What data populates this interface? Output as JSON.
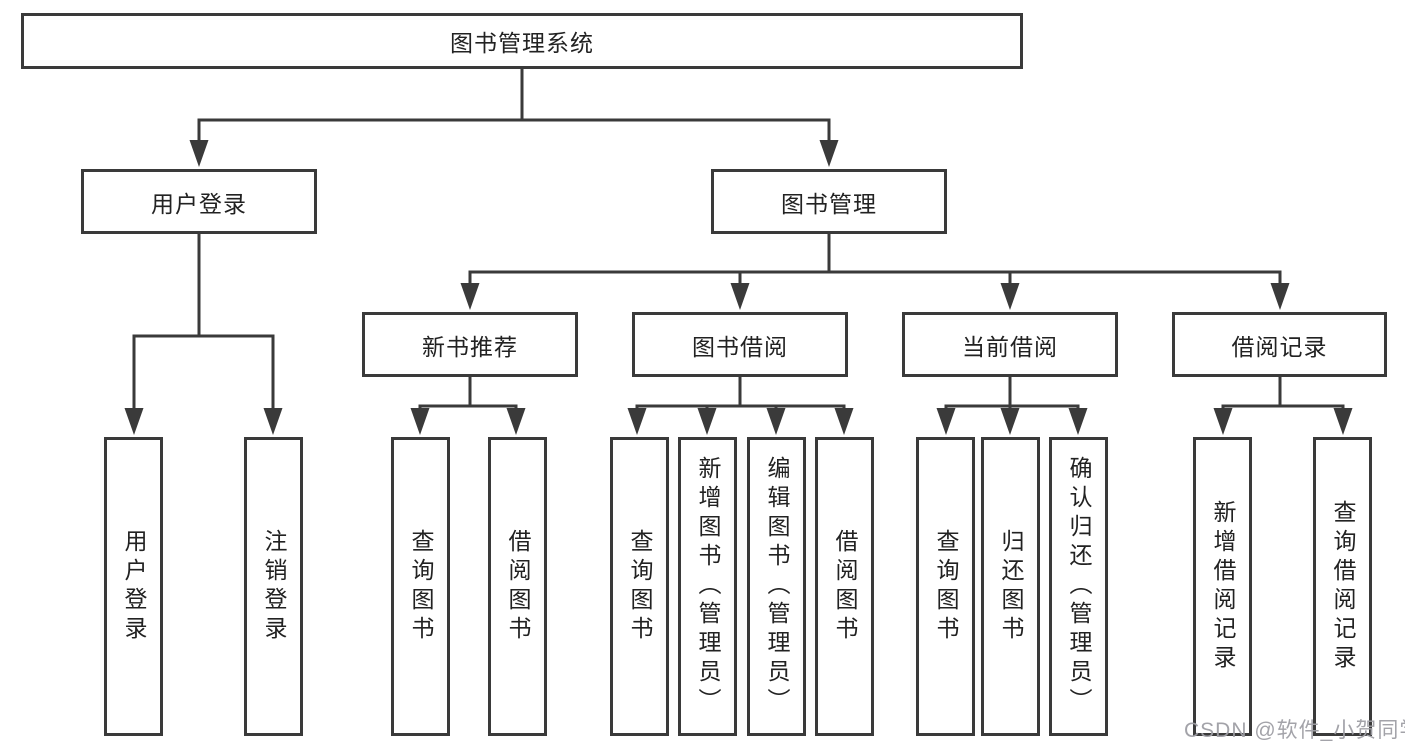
{
  "diagram": {
    "nodes": {
      "root": "图书管理系统",
      "user_login": "用户登录",
      "book_mgmt": "图书管理",
      "new_book": "新书推荐",
      "book_borrow": "图书借阅",
      "current_borrow": "当前借阅",
      "borrow_record": "借阅记录"
    },
    "leaves": {
      "user_login": [
        "用户登录",
        "注销登录"
      ],
      "new_book": [
        "查询图书",
        "借阅图书"
      ],
      "book_borrow": [
        "查询图书",
        "新增图书（管理员）",
        "编辑图书（管理员）",
        "借阅图书"
      ],
      "current_borrow": [
        "查询图书",
        "归还图书",
        "确认归还（管理员）"
      ],
      "borrow_record": [
        "新增借阅记录",
        "查询借阅记录"
      ]
    },
    "watermark": "CSDN @软件_小贺同学",
    "colors": {
      "line": "#3a3a3a",
      "text": "#222222",
      "watermark": "#9e9ea4",
      "background": "#ffffff"
    }
  }
}
